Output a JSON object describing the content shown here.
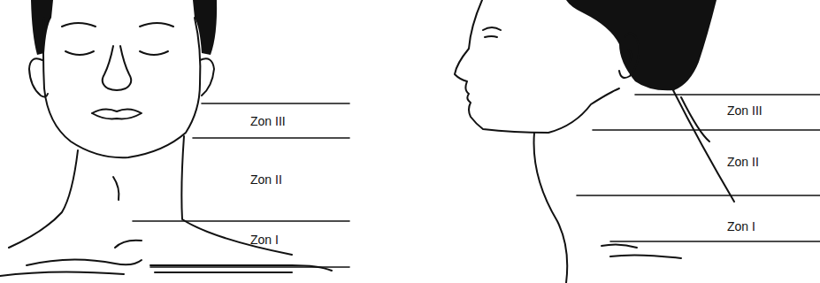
{
  "diagram": {
    "labels": [
      "Zon III",
      "Zon II",
      "Zon I",
      "Zon III",
      "Zon II",
      "Zon I"
    ]
  }
}
